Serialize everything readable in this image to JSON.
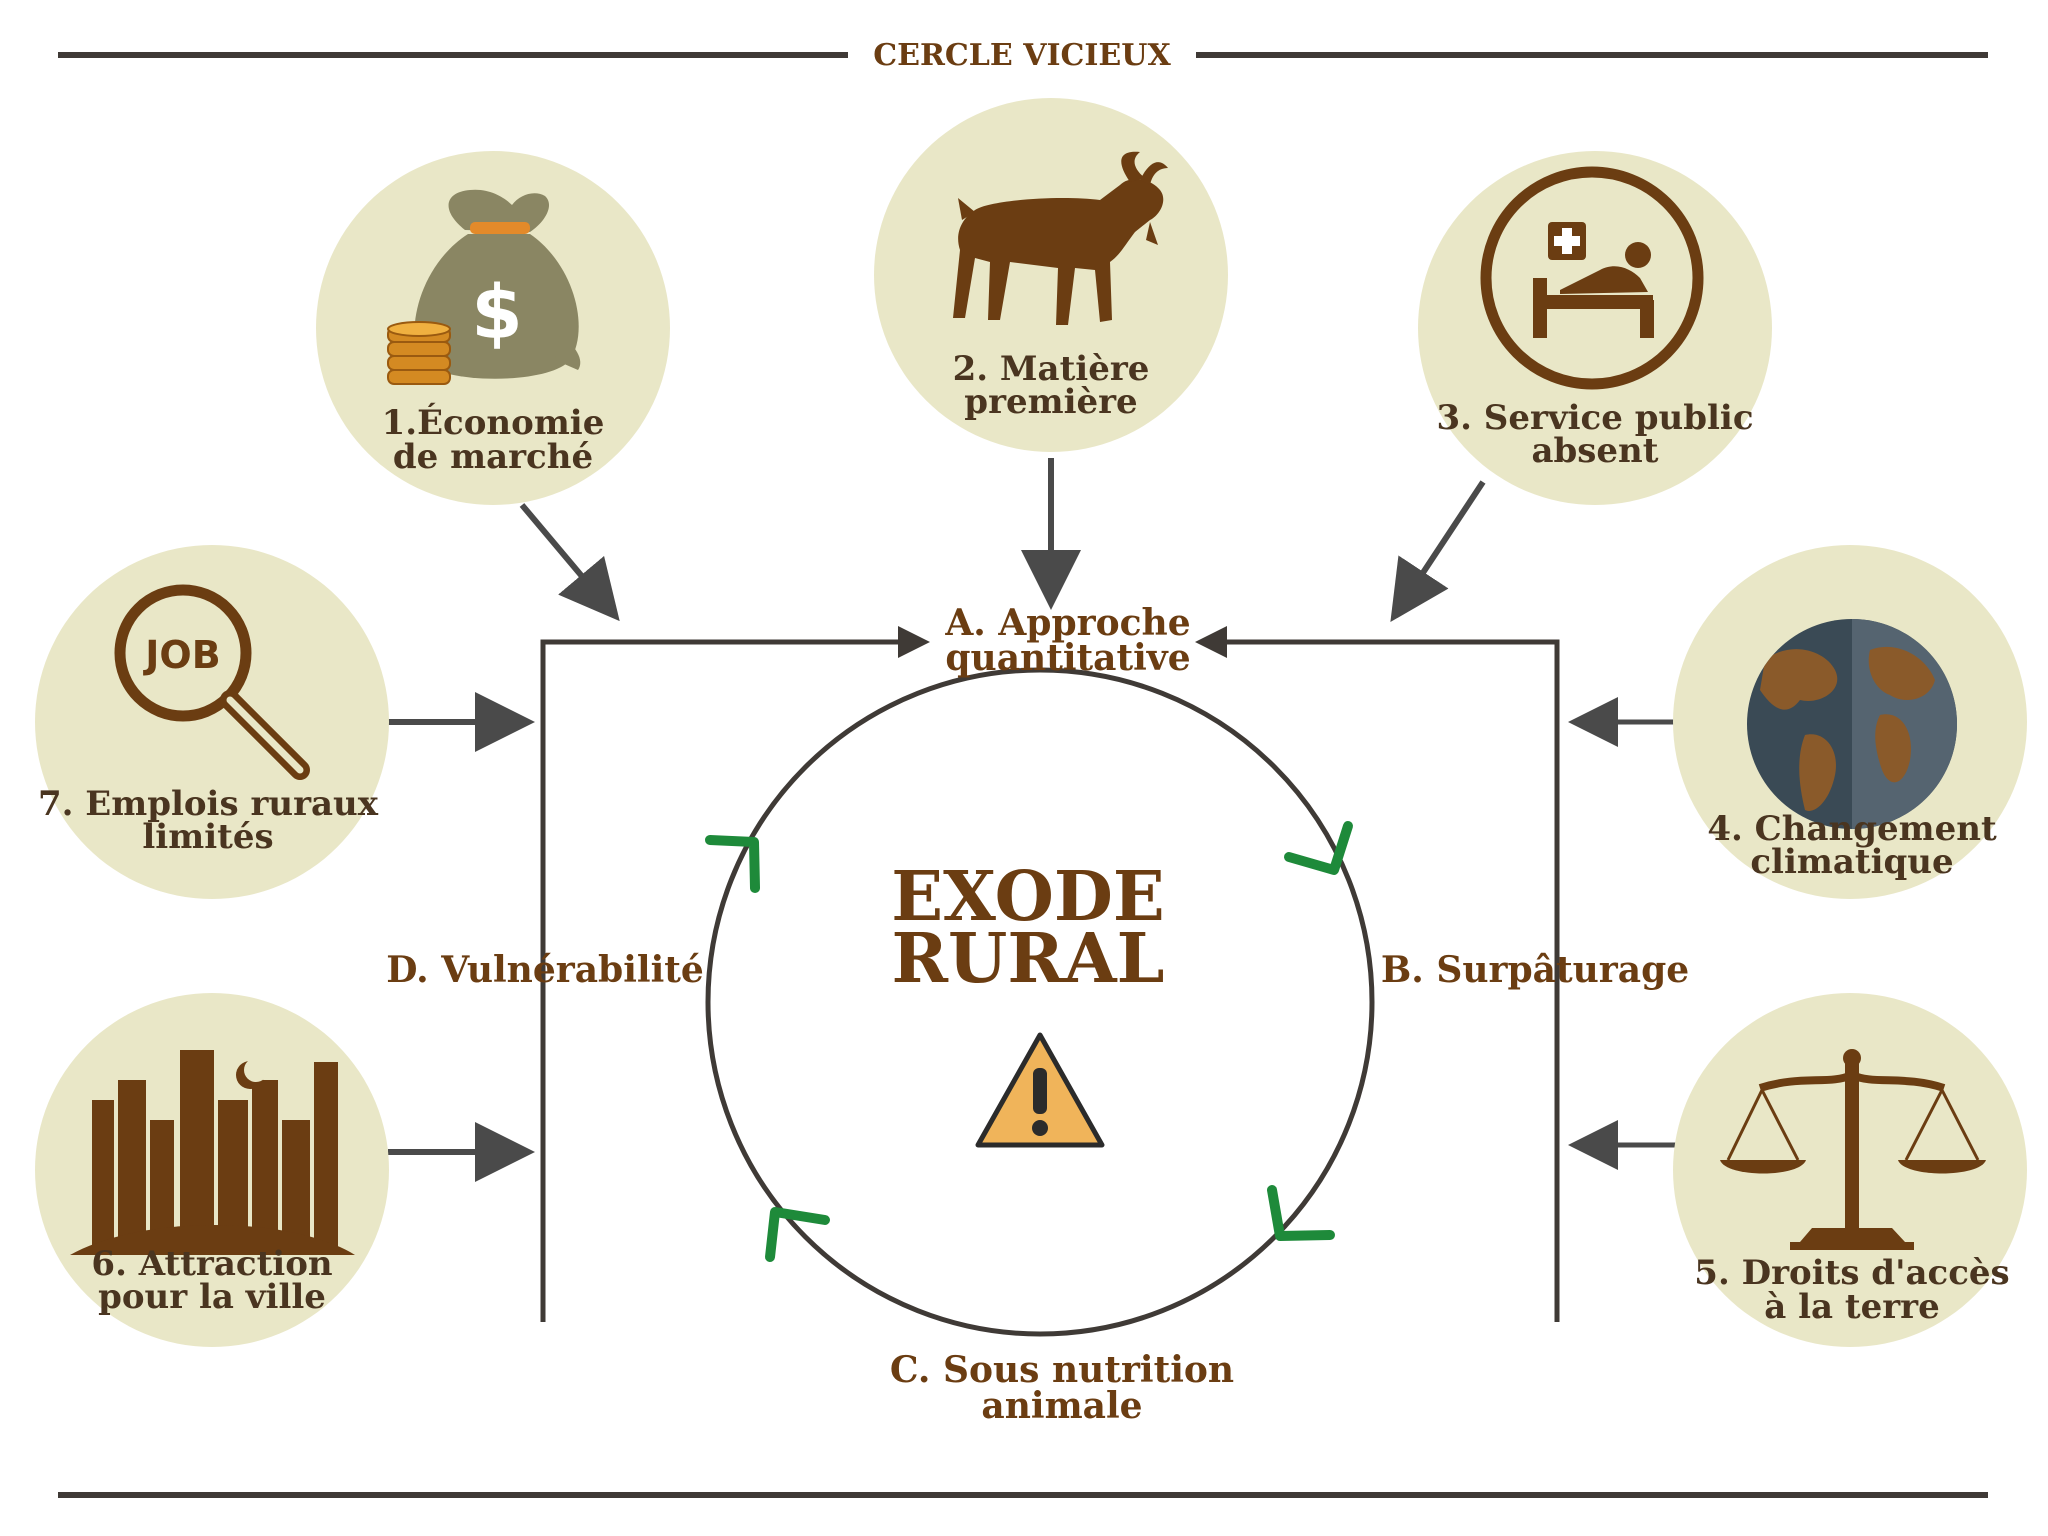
{
  "header": {
    "title": "CERCLE VICIEUX"
  },
  "center": {
    "line1": "EXODE",
    "line2": "RURAL"
  },
  "factors": [
    {
      "line1": "1.Économie",
      "line2": "de marché",
      "icon": "money-bag-icon"
    },
    {
      "line1": "2. Matière",
      "line2": "première",
      "icon": "goat-icon"
    },
    {
      "line1": "3. Service public",
      "line2": "absent",
      "icon": "hospital-bed-icon"
    },
    {
      "line1": "4. Changement",
      "line2": "climatique",
      "icon": "globe-icon"
    },
    {
      "line1": "5. Droits d'accès",
      "line2": "à la terre",
      "icon": "scales-icon"
    },
    {
      "line1": "6. Attraction",
      "line2": "pour la ville",
      "icon": "city-skyline-icon"
    },
    {
      "line1": "7. Emplois ruraux",
      "line2": "limités",
      "icon": "job-search-icon",
      "badge": "JOB"
    }
  ],
  "cycle": {
    "a": {
      "line1": "A. Approche",
      "line2": "quantitative"
    },
    "b": {
      "line1": "B. Surpâturage"
    },
    "c": {
      "line1": "C. Sous nutrition",
      "line2": "animale"
    },
    "d": {
      "line1": "D. Vulnérabilité"
    }
  },
  "colors": {
    "brown": "#6b3d12",
    "circle_fill": "#e9e7c7",
    "line": "#3f3a36",
    "arrow_gray": "#4a4a4a",
    "green": "#1e8a3a",
    "warning": "#f0b45a"
  }
}
